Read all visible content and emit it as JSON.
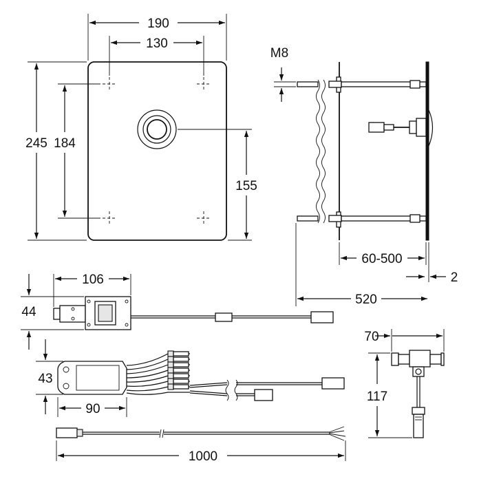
{
  "dimensions": {
    "plate_width": "190",
    "hole_spacing_horizontal": "130",
    "plate_height": "245",
    "hole_spacing_vertical": "184",
    "center_height": "155",
    "thread": "M8",
    "depth_range": "60-500",
    "plate_thickness": "2",
    "total_depth": "520",
    "module_width": "106",
    "module_height": "44",
    "hub_height": "43",
    "hub_length": "90",
    "tee_width": "70",
    "tee_height": "117",
    "cable_length": "1000"
  }
}
